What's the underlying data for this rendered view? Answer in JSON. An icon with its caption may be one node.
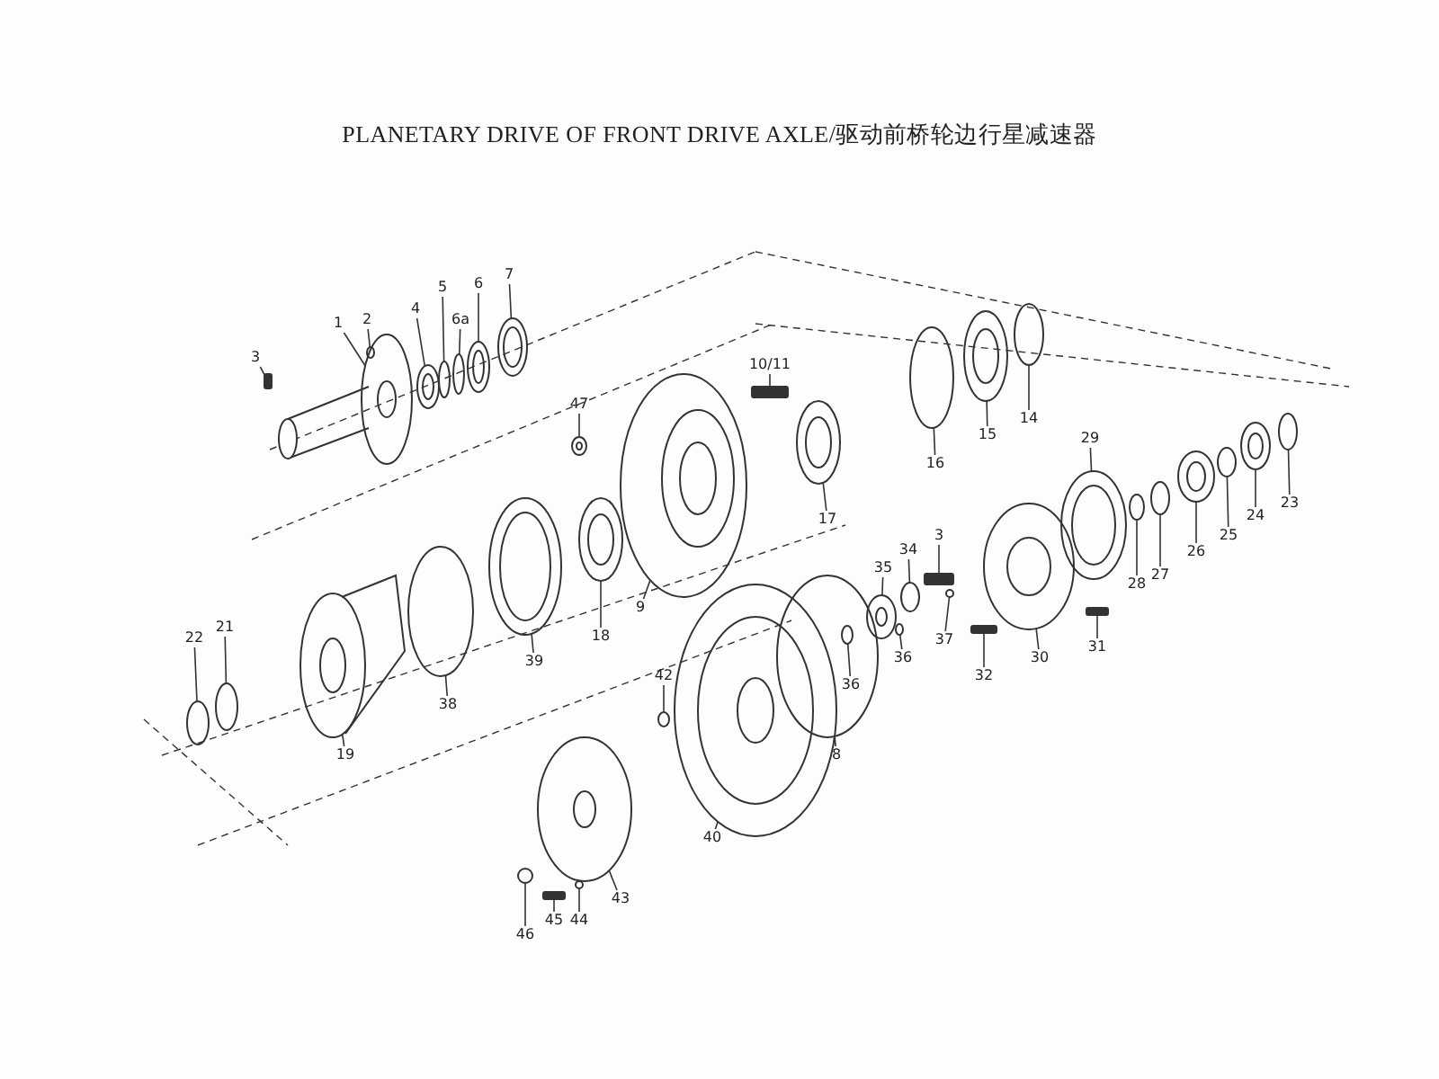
{
  "diagram": {
    "title": "PLANETARY DRIVE OF FRONT DRIVE AXLE/驱动前桥轮边行星减速器",
    "nodes": [
      {
        "text": [
          "3"
        ]
      },
      {
        "text": [
          "1"
        ]
      },
      {
        "text": [
          "2"
        ]
      },
      {
        "text": [
          "4"
        ]
      },
      {
        "text": [
          "5"
        ]
      },
      {
        "text": [
          "6a"
        ]
      },
      {
        "text": [
          "6"
        ]
      },
      {
        "text": [
          "7"
        ]
      },
      {
        "text": [
          "10/11"
        ]
      },
      {
        "text": [
          "47"
        ]
      },
      {
        "text": [
          "17"
        ]
      },
      {
        "text": [
          "16"
        ]
      },
      {
        "text": [
          "15"
        ]
      },
      {
        "text": [
          "14"
        ]
      },
      {
        "text": [
          "29"
        ]
      },
      {
        "text": [
          "28"
        ]
      },
      {
        "text": [
          "27"
        ]
      },
      {
        "text": [
          "26"
        ]
      },
      {
        "text": [
          "25"
        ]
      },
      {
        "text": [
          "24"
        ]
      },
      {
        "text": [
          "23"
        ]
      },
      {
        "text": [
          "9"
        ]
      },
      {
        "text": [
          "18"
        ]
      },
      {
        "text": [
          "39"
        ]
      },
      {
        "text": [
          "38"
        ]
      },
      {
        "text": [
          "19"
        ]
      },
      {
        "text": [
          "22"
        ]
      },
      {
        "text": [
          "21"
        ]
      },
      {
        "text": [
          "35"
        ]
      },
      {
        "text": [
          "34"
        ]
      },
      {
        "text": [
          "3"
        ]
      },
      {
        "text": [
          "37"
        ]
      },
      {
        "text": [
          "36"
        ]
      },
      {
        "text": [
          "30"
        ]
      },
      {
        "text": [
          "31"
        ]
      },
      {
        "text": [
          "32"
        ]
      },
      {
        "text": [
          "36"
        ],
        "in": 81
      },
      {
        "text": [
          "8"
        ]
      },
      {
        "text": [
          "42"
        ]
      },
      {
        "text": [
          "40"
        ]
      },
      {
        "text": [
          "43"
        ]
      },
      {
        "text": [
          "44"
        ]
      },
      {
        "text": [
          "45"
        ]
      },
      {
        "text": [
          "46"
        ]
      },
      {
        "text": [],
        "shape": "bar"
      },
      {
        "text": [],
        "shape": "picture"
      },
      {
        "text": [],
        "shape": "circle",
        "in": 45
      },
      {
        "text": [],
        "shape": "picture"
      },
      {
        "text": [],
        "shape": "circle"
      },
      {
        "text": [],
        "shape": "circle"
      },
      {
        "text": [],
        "shape": "picture"
      },
      {
        "text": [],
        "shape": "picture"
      },
      {
        "text": [],
        "shape": "bar"
      },
      {
        "text": [],
        "shape": "picture"
      },
      {
        "text": [],
        "shape": "picture"
      },
      {
        "text": [],
        "shape": "circle"
      },
      {
        "text": [],
        "shape": "picture"
      },
      {
        "text": [],
        "shape": "circle"
      },
      {
        "text": [],
        "shape": "picture"
      },
      {
        "text": [],
        "shape": "circle"
      },
      {
        "text": [],
        "shape": "circle"
      },
      {
        "text": [],
        "shape": "picture"
      },
      {
        "text": [],
        "shape": "circle"
      },
      {
        "text": [],
        "shape": "picture"
      },
      {
        "text": [],
        "shape": "circle"
      },
      {
        "text": [],
        "shape": "picture"
      },
      {
        "text": [],
        "shape": "picture"
      },
      {
        "text": [],
        "shape": "picture"
      },
      {
        "text": [],
        "shape": "circle"
      },
      {
        "text": [],
        "shape": "picture"
      },
      {
        "text": [],
        "shape": "circle"
      },
      {
        "text": [],
        "shape": "circle"
      },
      {
        "text": [],
        "shape": "picture"
      },
      {
        "text": [],
        "shape": "circle"
      },
      {
        "text": [],
        "shape": "bar"
      },
      {
        "text": [],
        "shape": "circle"
      },
      {
        "text": [],
        "shape": "circle"
      },
      {
        "text": [],
        "shape": "picture"
      },
      {
        "text": [],
        "shape": "bar"
      },
      {
        "text": [],
        "shape": "bar"
      },
      {
        "text": [],
        "shape": "circle",
        "in": 81
      },
      {
        "text": [],
        "shape": "circle"
      },
      {
        "text": [],
        "shape": "circle"
      },
      {
        "text": [],
        "shape": "picture"
      },
      {
        "text": [],
        "shape": "picture"
      },
      {
        "text": [],
        "shape": "circle"
      },
      {
        "text": [],
        "shape": "bar"
      },
      {
        "text": [],
        "shape": "circle"
      }
    ],
    "edges": [
      {
        "from": 0,
        "to": 44,
        "arrow": "none"
      },
      {
        "from": 1,
        "to": 45,
        "arrow": "none"
      },
      {
        "from": 2,
        "to": 46,
        "arrow": "none"
      },
      {
        "from": 3,
        "to": 47,
        "arrow": "none"
      },
      {
        "from": 4,
        "to": 48,
        "arrow": "none"
      },
      {
        "from": 5,
        "to": 49,
        "arrow": "none"
      },
      {
        "from": 6,
        "to": 50,
        "arrow": "none"
      },
      {
        "from": 7,
        "to": 51,
        "arrow": "none"
      },
      {
        "from": 8,
        "to": 52,
        "arrow": "none"
      },
      {
        "from": 9,
        "to": 53,
        "arrow": "none"
      },
      {
        "from": 10,
        "to": 54,
        "arrow": "none"
      },
      {
        "from": 11,
        "to": 55,
        "arrow": "none"
      },
      {
        "from": 12,
        "to": 56,
        "arrow": "none"
      },
      {
        "from": 13,
        "to": 57,
        "arrow": "none"
      },
      {
        "from": 14,
        "to": 58,
        "arrow": "none"
      },
      {
        "from": 15,
        "to": 59,
        "arrow": "none"
      },
      {
        "from": 16,
        "to": 60,
        "arrow": "none"
      },
      {
        "from": 17,
        "to": 61,
        "arrow": "none"
      },
      {
        "from": 18,
        "to": 62,
        "arrow": "none"
      },
      {
        "from": 19,
        "to": 63,
        "arrow": "none"
      },
      {
        "from": 20,
        "to": 64,
        "arrow": "none"
      },
      {
        "from": 21,
        "to": 65,
        "arrow": "none"
      },
      {
        "from": 22,
        "to": 66,
        "arrow": "none"
      },
      {
        "from": 23,
        "to": 67,
        "arrow": "none"
      },
      {
        "from": 24,
        "to": 68,
        "arrow": "none"
      },
      {
        "from": 25,
        "to": 69,
        "arrow": "none"
      },
      {
        "from": 26,
        "to": 70,
        "arrow": "none"
      },
      {
        "from": 27,
        "to": 71,
        "arrow": "none"
      },
      {
        "from": 28,
        "to": 72,
        "arrow": "none"
      },
      {
        "from": 29,
        "to": 73,
        "arrow": "none"
      },
      {
        "from": 30,
        "to": 74,
        "arrow": "none"
      },
      {
        "from": 31,
        "to": 75,
        "arrow": "none"
      },
      {
        "from": 32,
        "to": 76,
        "arrow": "none"
      },
      {
        "from": 33,
        "to": 77,
        "arrow": "none"
      },
      {
        "from": 34,
        "to": 78,
        "arrow": "none"
      },
      {
        "from": 35,
        "to": 79,
        "arrow": "none"
      },
      {
        "from": 36,
        "to": 80,
        "arrow": "none"
      },
      {
        "from": 37,
        "to": 81,
        "arrow": "none"
      },
      {
        "from": 38,
        "to": 82,
        "arrow": "none"
      },
      {
        "from": 39,
        "to": 83,
        "arrow": "none"
      },
      {
        "from": 40,
        "to": 84,
        "arrow": "none"
      },
      {
        "from": 41,
        "to": 85,
        "arrow": "none"
      },
      {
        "from": 42,
        "to": 86,
        "arrow": "none"
      },
      {
        "from": 43,
        "to": 87,
        "arrow": "none"
      }
    ]
  }
}
